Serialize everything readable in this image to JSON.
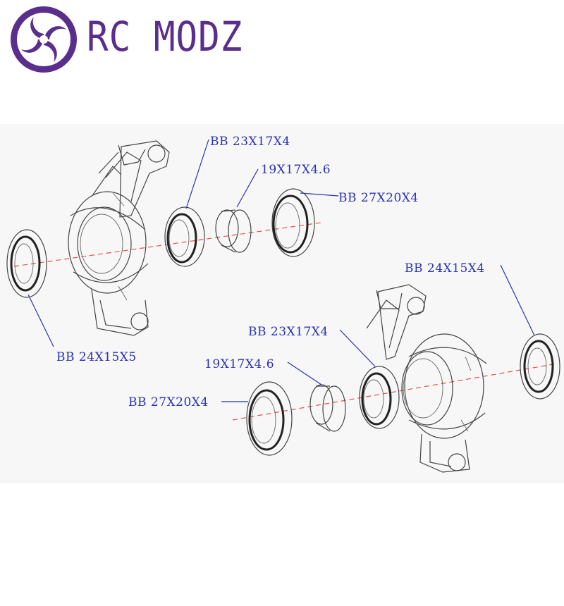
{
  "brand": {
    "name": "RC MODZ",
    "color": "#5a2e8c",
    "logo_icon": "triskele-swirl-icon"
  },
  "diagram": {
    "callout_color": "#2a33b5",
    "axis_color": "#e5504a",
    "callouts": [
      {
        "id": "bb-23x17x4-top",
        "text": "BB 23X17X4"
      },
      {
        "id": "spacer-19x17x4-6-top",
        "text": "19X17X4.6"
      },
      {
        "id": "bb-27x20x4-top",
        "text": "BB 27X20X4"
      },
      {
        "id": "bb-24x15x5-left",
        "text": "BB 24X15X5"
      },
      {
        "id": "bb-24x15x4-right",
        "text": "BB 24X15X4"
      },
      {
        "id": "bb-23x17x4-bottom",
        "text": "BB 23X17X4"
      },
      {
        "id": "spacer-19x17x4-6-bottom",
        "text": "19X17X4.6"
      },
      {
        "id": "bb-27x20x4-bottom",
        "text": "BB 27X20X4"
      }
    ]
  }
}
